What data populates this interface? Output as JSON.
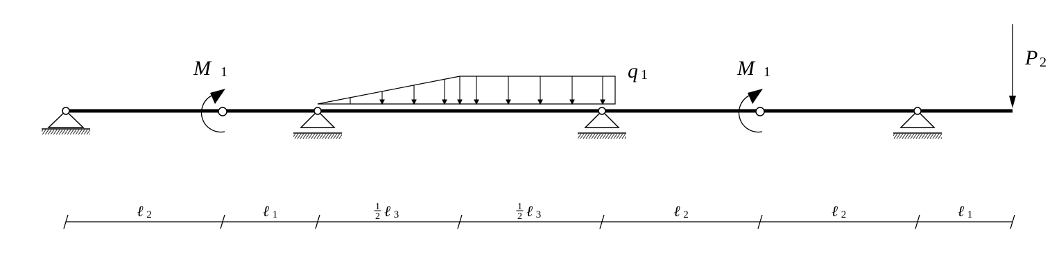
{
  "diagram": {
    "loads": {
      "moment_left": {
        "symbol": "M",
        "subscript": "1"
      },
      "moment_right": {
        "symbol": "M",
        "subscript": "1"
      },
      "distributed": {
        "symbol": "q",
        "subscript": "1"
      },
      "point": {
        "symbol": "P",
        "subscript": "2"
      }
    },
    "dimensions": [
      {
        "symbol": "ℓ",
        "subscript": "2",
        "fraction": ""
      },
      {
        "symbol": "ℓ",
        "subscript": "1",
        "fraction": ""
      },
      {
        "symbol": "ℓ",
        "subscript": "3",
        "fraction": "1/2"
      },
      {
        "symbol": "ℓ",
        "subscript": "3",
        "fraction": "1/2"
      },
      {
        "symbol": "ℓ",
        "subscript": "2",
        "fraction": ""
      },
      {
        "symbol": "ℓ",
        "subscript": "2",
        "fraction": ""
      },
      {
        "symbol": "ℓ",
        "subscript": "1",
        "fraction": ""
      }
    ]
  }
}
